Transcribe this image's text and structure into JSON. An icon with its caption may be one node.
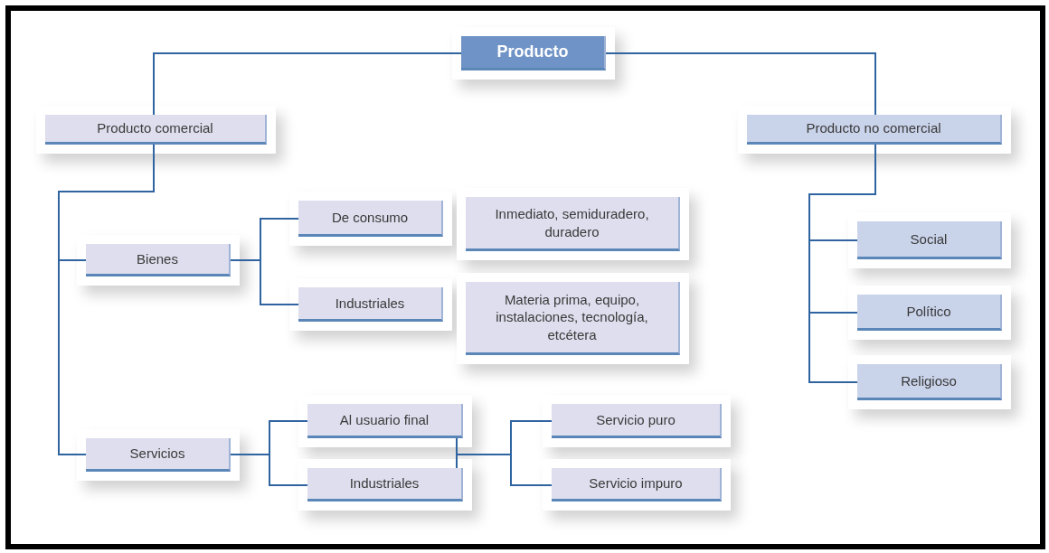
{
  "diagram": {
    "nodes": [
      {
        "text": [
          "Producto"
        ]
      },
      {
        "text": [
          "Producto comercial"
        ]
      },
      {
        "text": [
          "Producto no comercial"
        ]
      },
      {
        "text": [
          "Bienes"
        ]
      },
      {
        "text": [
          "De consumo"
        ]
      },
      {
        "text": [
          "Inmediato, semiduradero, duradero"
        ]
      },
      {
        "text": [
          "Industriales"
        ]
      },
      {
        "text": [
          "Materia prima, equipo, instalaciones, tecnología, etcétera"
        ]
      },
      {
        "text": [
          "Servicios"
        ]
      },
      {
        "text": [
          "Al usuario final"
        ]
      },
      {
        "text": [
          "Industriales"
        ]
      },
      {
        "text": [
          "Servicio puro"
        ]
      },
      {
        "text": [
          "Servicio impuro"
        ]
      },
      {
        "text": [
          "Social"
        ]
      },
      {
        "text": [
          "Político"
        ]
      },
      {
        "text": [
          "Religioso"
        ]
      }
    ],
    "edges": [
      {
        "from": 0,
        "to": 1,
        "arrow": "none"
      },
      {
        "from": 0,
        "to": 2,
        "arrow": "none"
      },
      {
        "from": 1,
        "to": 3,
        "arrow": "none"
      },
      {
        "from": 1,
        "to": 8,
        "arrow": "none"
      },
      {
        "from": 3,
        "to": 4,
        "arrow": "none"
      },
      {
        "from": 3,
        "to": 6,
        "arrow": "none"
      },
      {
        "from": 8,
        "to": 9,
        "arrow": "none"
      },
      {
        "from": 8,
        "to": 10,
        "arrow": "none"
      },
      {
        "from": 9,
        "to": 11,
        "arrow": "none"
      },
      {
        "from": 9,
        "to": 12,
        "arrow": "none"
      },
      {
        "from": 10,
        "to": 11,
        "arrow": "none"
      },
      {
        "from": 10,
        "to": 12,
        "arrow": "none"
      },
      {
        "from": 2,
        "to": 13,
        "arrow": "none"
      },
      {
        "from": 2,
        "to": 14,
        "arrow": "none"
      },
      {
        "from": 2,
        "to": 15,
        "arrow": "none"
      }
    ]
  }
}
